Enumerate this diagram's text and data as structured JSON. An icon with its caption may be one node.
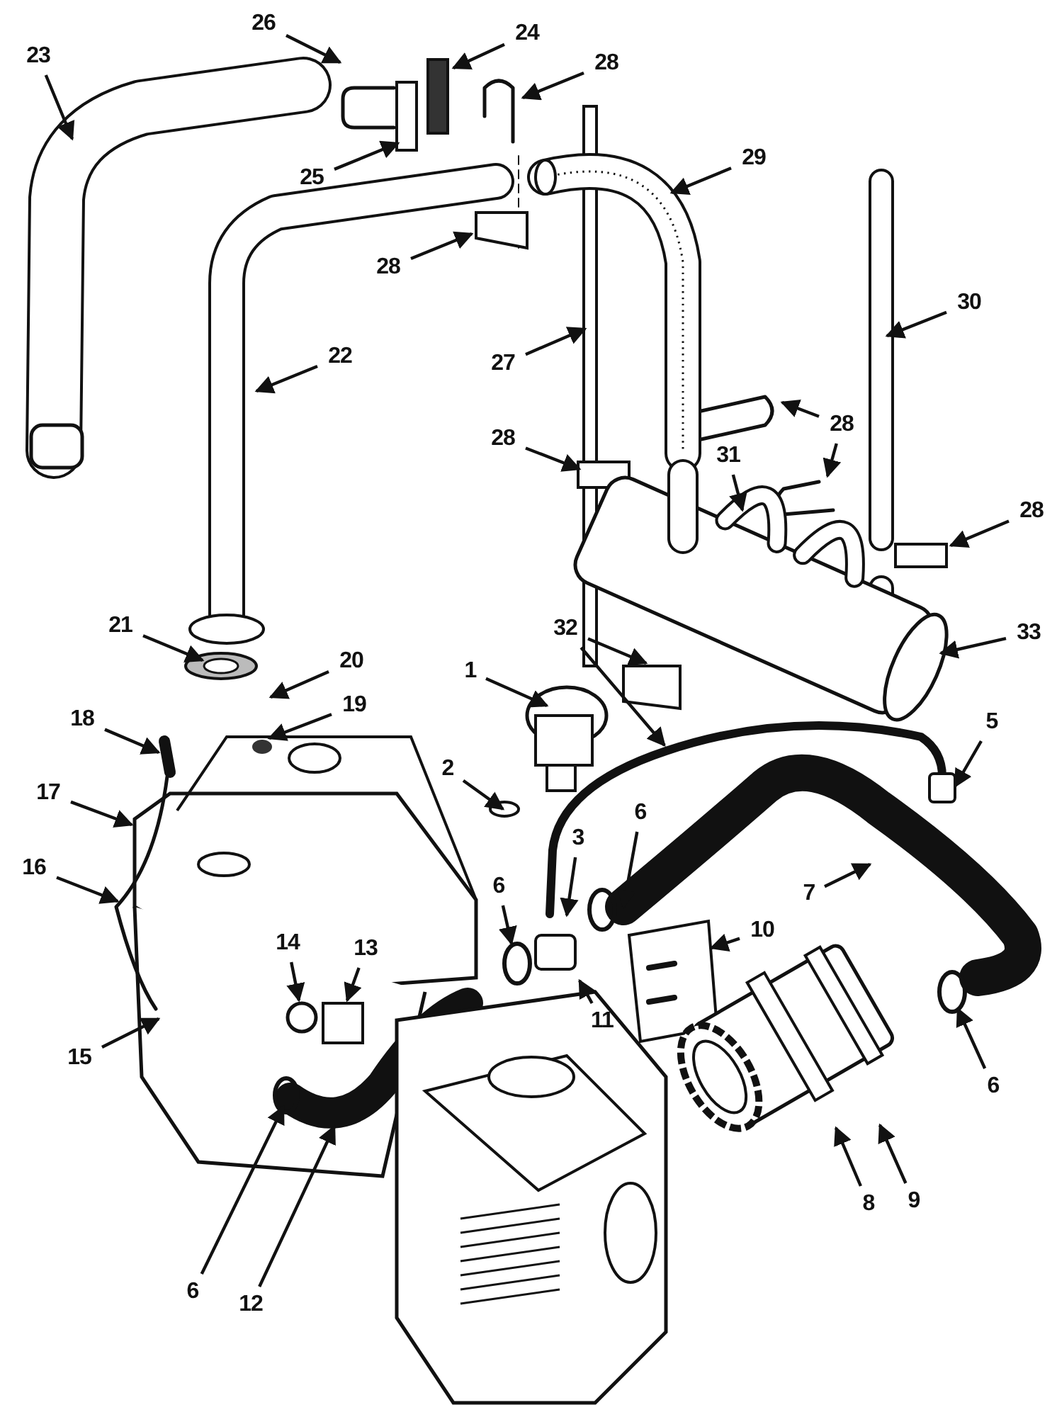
{
  "diagram": {
    "nodes": [
      {
        "text": [
          "23"
        ]
      },
      {
        "text": [
          "26"
        ]
      },
      {
        "text": [
          "24"
        ]
      },
      {
        "text": [
          "28"
        ]
      },
      {
        "text": [
          "25"
        ]
      },
      {
        "text": [
          "29"
        ]
      },
      {
        "text": [
          "28"
        ]
      },
      {
        "text": [
          "22"
        ]
      },
      {
        "text": [
          "30"
        ]
      },
      {
        "text": [
          "27"
        ]
      },
      {
        "text": [
          "28"
        ]
      },
      {
        "text": [
          "28"
        ]
      },
      {
        "text": [
          "31"
        ]
      },
      {
        "text": [
          "28"
        ]
      },
      {
        "text": [
          "21"
        ]
      },
      {
        "text": [
          "20"
        ]
      },
      {
        "text": [
          "32"
        ]
      },
      {
        "text": [
          "33"
        ]
      },
      {
        "text": [
          "1"
        ]
      },
      {
        "text": [
          "19"
        ]
      },
      {
        "text": [
          "5"
        ]
      },
      {
        "text": [
          "18"
        ]
      },
      {
        "text": [
          "2"
        ]
      },
      {
        "text": [
          "17"
        ]
      },
      {
        "text": [
          "16"
        ]
      },
      {
        "text": [
          "6"
        ]
      },
      {
        "text": [
          "3"
        ]
      },
      {
        "text": [
          "7"
        ]
      },
      {
        "text": [
          "6"
        ]
      },
      {
        "text": [
          "10"
        ]
      },
      {
        "text": [
          "14"
        ]
      },
      {
        "text": [
          "13"
        ]
      },
      {
        "text": [
          "11"
        ]
      },
      {
        "text": [
          "15"
        ]
      },
      {
        "text": [
          "6"
        ]
      },
      {
        "text": [
          "8"
        ]
      },
      {
        "text": [
          "9"
        ]
      },
      {
        "text": [
          "6"
        ]
      },
      {
        "text": [
          "12"
        ]
      }
    ],
    "edges": [
      {
        "from": 0,
        "to": null,
        "arrow": "to"
      },
      {
        "from": 1,
        "to": null,
        "arrow": "to"
      },
      {
        "from": 2,
        "to": null,
        "arrow": "to"
      },
      {
        "from": 3,
        "to": null,
        "arrow": "to"
      },
      {
        "from": 4,
        "to": null,
        "arrow": "to"
      },
      {
        "from": 5,
        "to": null,
        "arrow": "to"
      },
      {
        "from": 6,
        "to": null,
        "arrow": "to"
      },
      {
        "from": 7,
        "to": null,
        "arrow": "to"
      },
      {
        "from": 8,
        "to": null,
        "arrow": "to"
      },
      {
        "from": 9,
        "to": null,
        "arrow": "to"
      },
      {
        "from": 10,
        "to": null,
        "arrow": "to"
      },
      {
        "from": 10,
        "to": null,
        "arrow": "to"
      },
      {
        "from": 11,
        "to": null,
        "arrow": "to"
      },
      {
        "from": 12,
        "to": null,
        "arrow": "to"
      },
      {
        "from": 13,
        "to": null,
        "arrow": "to"
      },
      {
        "from": 14,
        "to": null,
        "arrow": "to"
      },
      {
        "from": 15,
        "to": null,
        "arrow": "to"
      },
      {
        "from": 16,
        "to": null,
        "arrow": "to"
      },
      {
        "from": 16,
        "to": null,
        "arrow": "to"
      },
      {
        "from": 17,
        "to": null,
        "arrow": "to"
      },
      {
        "from": 18,
        "to": null,
        "arrow": "to"
      },
      {
        "from": 19,
        "to": null,
        "arrow": "to"
      },
      {
        "from": 20,
        "to": null,
        "arrow": "to"
      },
      {
        "from": 21,
        "to": null,
        "arrow": "to"
      },
      {
        "from": 22,
        "to": null,
        "arrow": "to"
      },
      {
        "from": 23,
        "to": null,
        "arrow": "to"
      },
      {
        "from": 24,
        "to": null,
        "arrow": "to"
      },
      {
        "from": 25,
        "to": null,
        "arrow": "to"
      },
      {
        "from": 26,
        "to": null,
        "arrow": "to"
      },
      {
        "from": 27,
        "to": null,
        "arrow": "to"
      },
      {
        "from": 28,
        "to": null,
        "arrow": "to"
      },
      {
        "from": 29,
        "to": null,
        "arrow": "to"
      },
      {
        "from": 30,
        "to": null,
        "arrow": "to"
      },
      {
        "from": 31,
        "to": null,
        "arrow": "to"
      },
      {
        "from": 32,
        "to": null,
        "arrow": "to"
      },
      {
        "from": 33,
        "to": null,
        "arrow": "to"
      },
      {
        "from": 34,
        "to": null,
        "arrow": "to"
      },
      {
        "from": 35,
        "to": null,
        "arrow": "to"
      },
      {
        "from": 36,
        "to": null,
        "arrow": "to"
      },
      {
        "from": 37,
        "to": null,
        "arrow": "to"
      },
      {
        "from": 38,
        "to": null,
        "arrow": "to"
      }
    ]
  }
}
